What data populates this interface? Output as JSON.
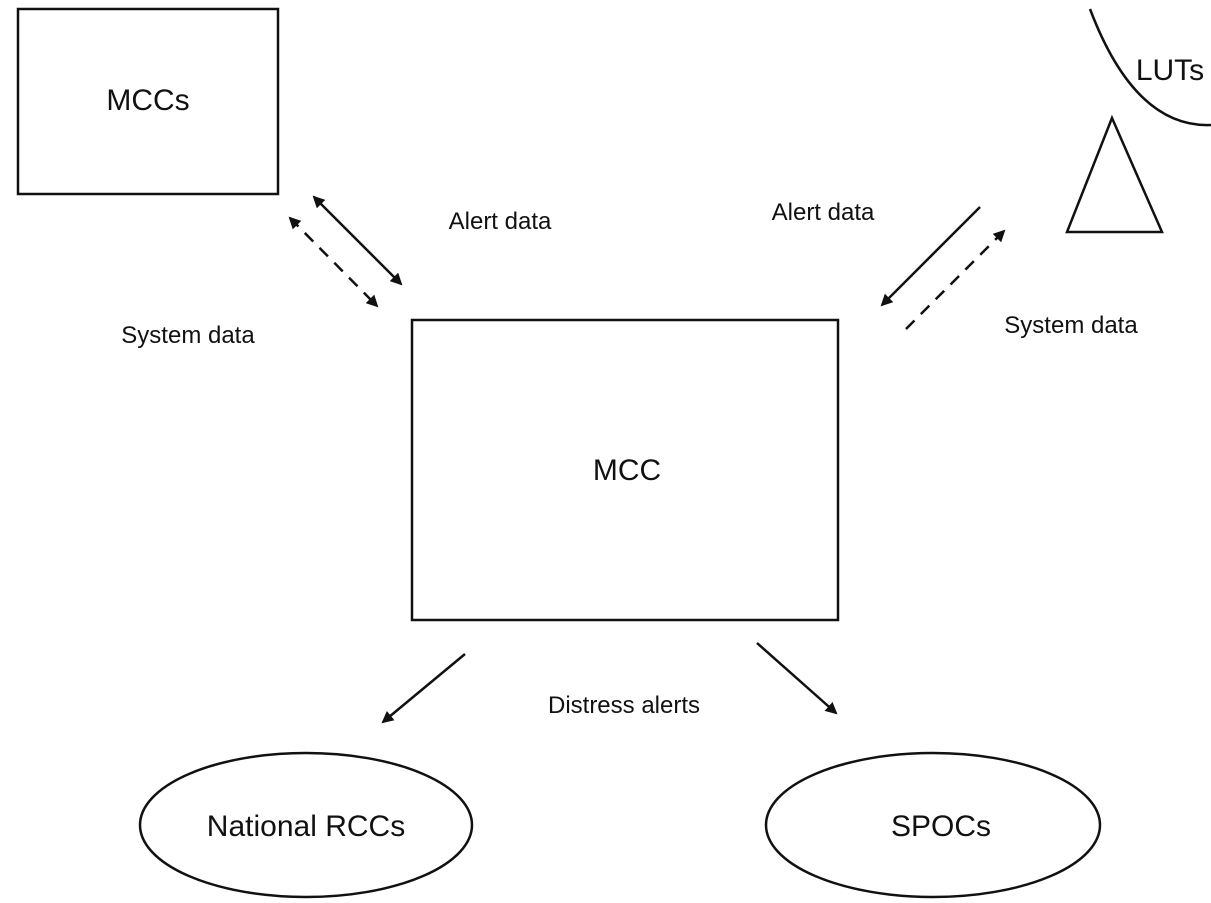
{
  "nodes": {
    "mccs": "MCCs",
    "luts": "LUTs",
    "mcc": "MCC",
    "national_rccs": "National RCCs",
    "spocs": "SPOCs"
  },
  "flows": {
    "alert_data_left": "Alert data",
    "system_data_left": "System data",
    "alert_data_right": "Alert data",
    "system_data_right": "System data",
    "distress_alerts": "Distress alerts"
  },
  "colors": {
    "stroke": "#111111",
    "background": "#ffffff"
  }
}
